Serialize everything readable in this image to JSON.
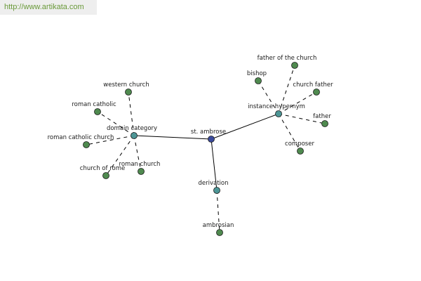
{
  "url": "http://www.artikata.com",
  "colors": {
    "center_node": "#3a4a9c",
    "hub_node": "#4d9696",
    "leaf_node": "#4f8a4f",
    "edge": "#000000"
  },
  "nodes": {
    "center": "st. ambrose",
    "hub_domain": "domain category",
    "hub_instance": "instance hypernym",
    "hub_derivation": "derivation",
    "western_church": "western church",
    "roman_catholic": "roman catholic",
    "roman_catholic_church": "roman catholic church",
    "church_of_rome": "church of rome",
    "roman_church": "roman church",
    "father_of_the_church": "father of the church",
    "bishop": "bishop",
    "church_father": "church father",
    "father": "father",
    "composer": "composer",
    "ambrosian": "ambrosian"
  }
}
